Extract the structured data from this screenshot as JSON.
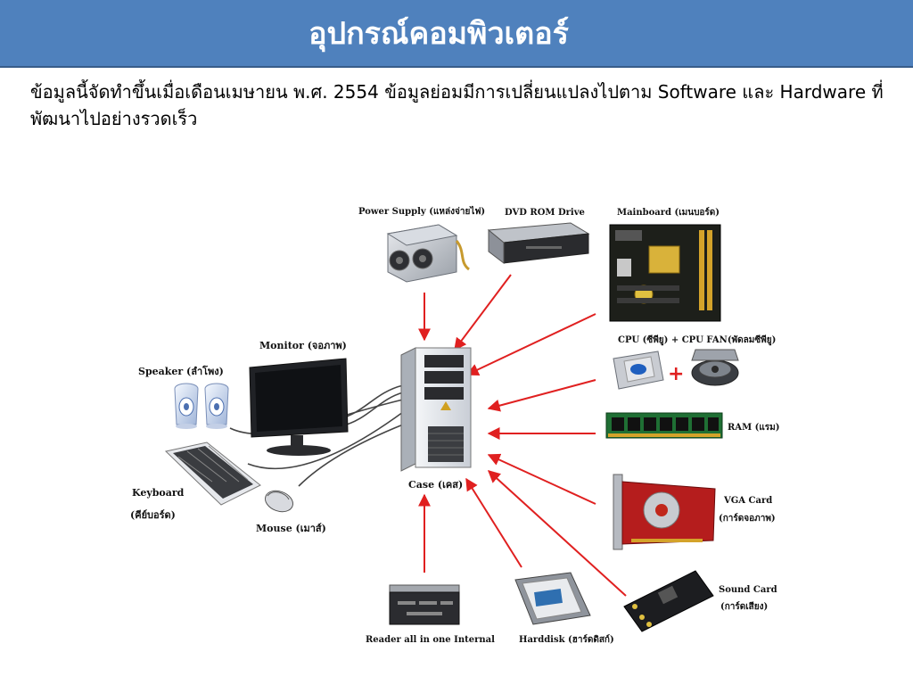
{
  "slide": {
    "title": "อุปกรณ์คอมพิวเตอร์",
    "intro": "ข้อมูลนี้จัดทำขึ้นเมื่อเดือนเมษายน พ.ศ. 2554 ข้อมูลย่อมมีการเปลี่ยนแปลงไปตาม Software และ Hardware ที่พัฒนาไปอย่างรวดเร็ว"
  },
  "diagram": {
    "labels": {
      "power_supply": "Power Supply (แหล่งจ่ายไฟ)",
      "dvd_rom": "DVD ROM Drive",
      "mainboard": "Mainboard (เมนบอร์ด)",
      "cpu": "CPU (ซีพียู) + CPU FAN(พัดลมซีพียู)",
      "ram": "RAM (แรม)",
      "vga_line1": "VGA Card",
      "vga_line2": "(การ์ดจอภาพ)",
      "sound_line1": "Sound Card",
      "sound_line2": "(การ์ดเสียง)",
      "harddisk": "Harddisk (ฮาร์ดดิสก์)",
      "reader": "Reader all in one Internal",
      "case": "Case (เคส)",
      "monitor": "Monitor (จอภาพ)",
      "speaker": "Speaker (ลำโพง)",
      "keyboard_line1": "Keyboard",
      "keyboard_line2": "(คีย์บอร์ด)",
      "mouse": "Mouse (เมาส์)"
    },
    "colors": {
      "arrow": "#e02020",
      "title_bar": "#4f81bd"
    }
  }
}
